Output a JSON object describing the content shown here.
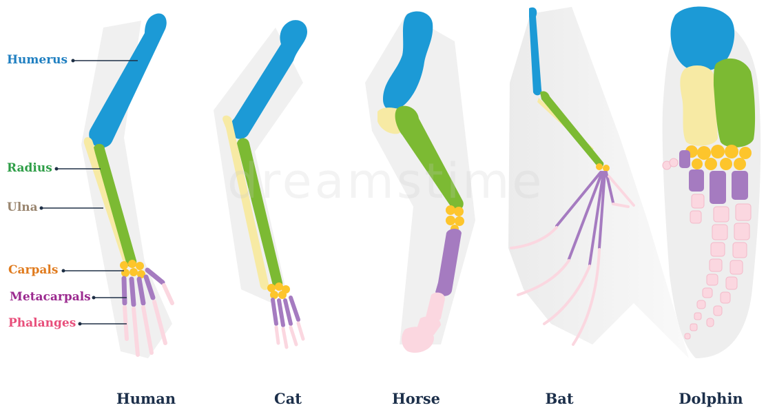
{
  "labels": {
    "humerus": "Humerus",
    "radius": "Radius",
    "ulna": "Ulna",
    "carpals": "Carpals",
    "metacarpals": "Metacarpals",
    "phalanges": "Phalanges"
  },
  "animals": {
    "human": "Human",
    "cat": "Cat",
    "horse": "Horse",
    "bat": "Bat",
    "dolphin": "Dolphin"
  },
  "watermark": "dreamstime",
  "colors": {
    "humerus": "#1c9ad6",
    "radius": "#7cba33",
    "ulna": "#f7eaa4",
    "carpals": "#fdc52c",
    "metacarpals": "#a57bc0",
    "phalanges": "#fbd7e0",
    "humerus_label": "#1f7fc1",
    "radius_label": "#2e9e47",
    "ulna_label": "#9a8670",
    "carpals_label": "#e07b1e",
    "metacarpals_label": "#9b2a8f",
    "phalanges_label": "#e84f7b"
  }
}
